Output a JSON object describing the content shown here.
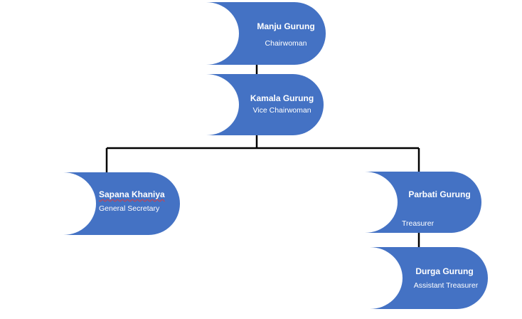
{
  "nodes": {
    "manju": {
      "name": "Manju Gurung",
      "role": "Chairwoman"
    },
    "kamala": {
      "name": "Kamala Gurung",
      "role": "Vice Chairwoman"
    },
    "sapana": {
      "name": "Sapana Khaniya",
      "role": "General Secretary"
    },
    "parbati": {
      "name": "Parbati Gurung",
      "role": "Treasurer"
    },
    "durga": {
      "name": "Durga Gurung",
      "role": "Assistant Treasurer"
    }
  },
  "colors": {
    "node_fill": "#4472c4",
    "node_text": "#ffffff",
    "connector": "#000000"
  }
}
